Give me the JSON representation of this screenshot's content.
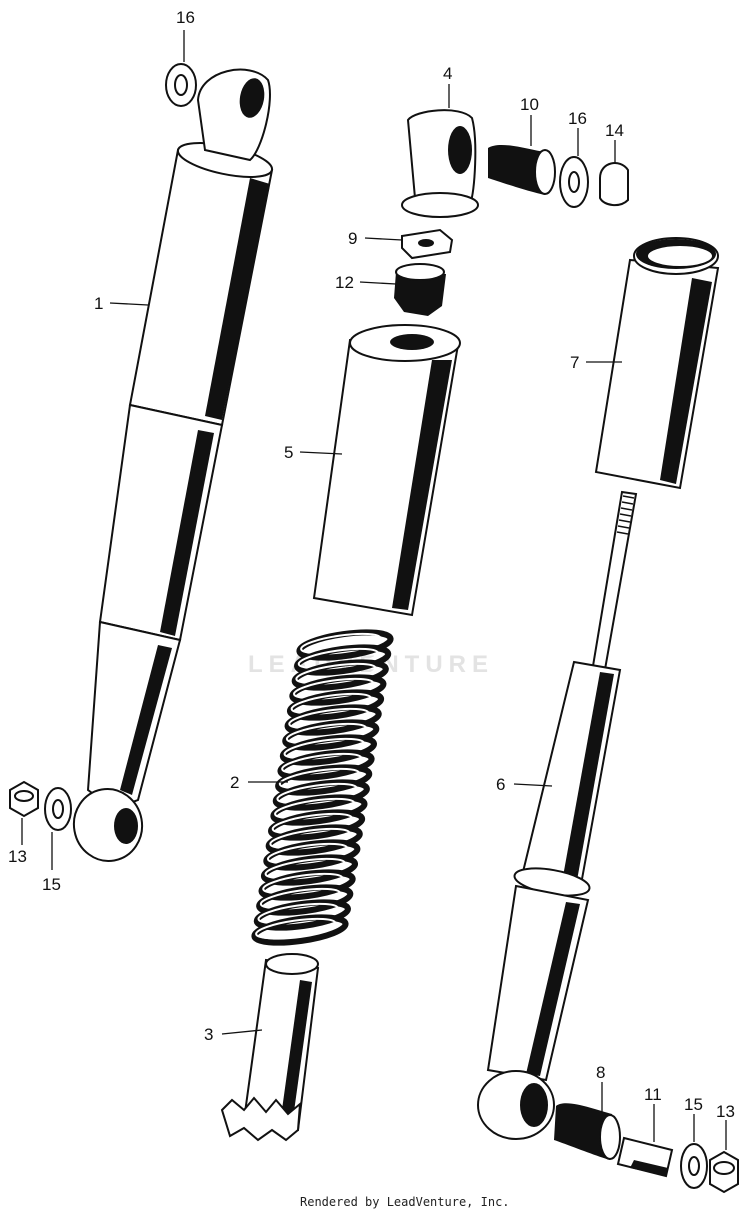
{
  "watermark": "LEADVENTURE",
  "footer": "Rendered by LeadVenture, Inc.",
  "callouts": [
    {
      "id": "c-16a",
      "label": "16"
    },
    {
      "id": "c-4",
      "label": "4"
    },
    {
      "id": "c-10",
      "label": "10"
    },
    {
      "id": "c-16b",
      "label": "16"
    },
    {
      "id": "c-14",
      "label": "14"
    },
    {
      "id": "c-9",
      "label": "9"
    },
    {
      "id": "c-12",
      "label": "12"
    },
    {
      "id": "c-1",
      "label": "1"
    },
    {
      "id": "c-7",
      "label": "7"
    },
    {
      "id": "c-5",
      "label": "5"
    },
    {
      "id": "c-2",
      "label": "2"
    },
    {
      "id": "c-6",
      "label": "6"
    },
    {
      "id": "c-13a",
      "label": "13"
    },
    {
      "id": "c-15a",
      "label": "15"
    },
    {
      "id": "c-3",
      "label": "3"
    },
    {
      "id": "c-8",
      "label": "8"
    },
    {
      "id": "c-11",
      "label": "11"
    },
    {
      "id": "c-15b",
      "label": "15"
    },
    {
      "id": "c-13b",
      "label": "13"
    }
  ]
}
